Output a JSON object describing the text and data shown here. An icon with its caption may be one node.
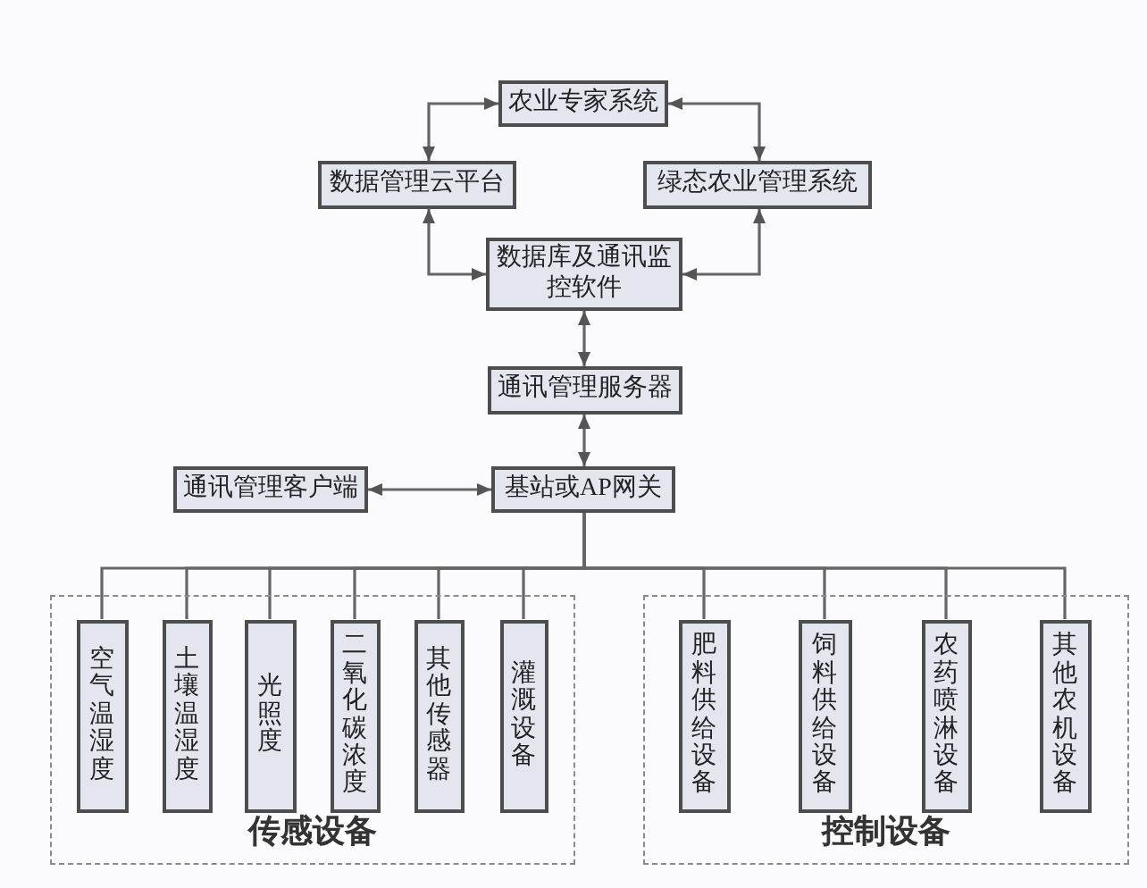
{
  "diagram": {
    "nodes": [
      {
        "text": [
          "农业专家系统"
        ]
      },
      {
        "text": [
          "数据管理云平台"
        ]
      },
      {
        "text": [
          "绿态农业管理系统"
        ]
      },
      {
        "text": [
          "数据库及通讯监控软件"
        ]
      },
      {
        "text": [
          "通讯管理服务器"
        ]
      },
      {
        "text": [
          "通讯管理客户端"
        ]
      },
      {
        "text": [
          "基站或AP网关"
        ]
      },
      {
        "text": [
          "传感设备"
        ]
      },
      {
        "text": [
          "空气温湿度"
        ],
        "in": 7
      },
      {
        "text": [
          "土壤温湿度"
        ],
        "in": 7
      },
      {
        "text": [
          "光照度"
        ],
        "in": 7
      },
      {
        "text": [
          "二氧化碳浓度"
        ],
        "in": 7
      },
      {
        "text": [
          "其他传感器"
        ],
        "in": 7
      },
      {
        "text": [
          "灌溉设备"
        ],
        "in": 7
      },
      {
        "text": [
          "控制设备"
        ]
      },
      {
        "text": [
          "肥料供给设备"
        ],
        "in": 14
      },
      {
        "text": [
          "饲料供给设备"
        ],
        "in": 14
      },
      {
        "text": [
          "农药喷淋设备"
        ],
        "in": 14
      },
      {
        "text": [
          "其他农机设备"
        ],
        "in": 14
      }
    ],
    "edges": [
      {
        "from": 0,
        "to": 1,
        "arrow": "both"
      },
      {
        "from": 0,
        "to": 2,
        "arrow": "both"
      },
      {
        "from": 1,
        "to": 3,
        "arrow": "both"
      },
      {
        "from": 2,
        "to": 3,
        "arrow": "both"
      },
      {
        "from": 3,
        "to": 4,
        "arrow": "both"
      },
      {
        "from": 4,
        "to": 6,
        "arrow": "both"
      },
      {
        "from": 5,
        "to": 6,
        "arrow": "both"
      },
      {
        "from": 6,
        "to": 8,
        "arrow": "none"
      },
      {
        "from": 6,
        "to": 9,
        "arrow": "none"
      },
      {
        "from": 6,
        "to": 10,
        "arrow": "none"
      },
      {
        "from": 6,
        "to": 11,
        "arrow": "none"
      },
      {
        "from": 6,
        "to": 12,
        "arrow": "none"
      },
      {
        "from": 6,
        "to": 13,
        "arrow": "none"
      },
      {
        "from": 6,
        "to": 15,
        "arrow": "none"
      },
      {
        "from": 6,
        "to": 16,
        "arrow": "none"
      },
      {
        "from": 6,
        "to": 17,
        "arrow": "none"
      },
      {
        "from": 6,
        "to": 18,
        "arrow": "none"
      }
    ]
  }
}
